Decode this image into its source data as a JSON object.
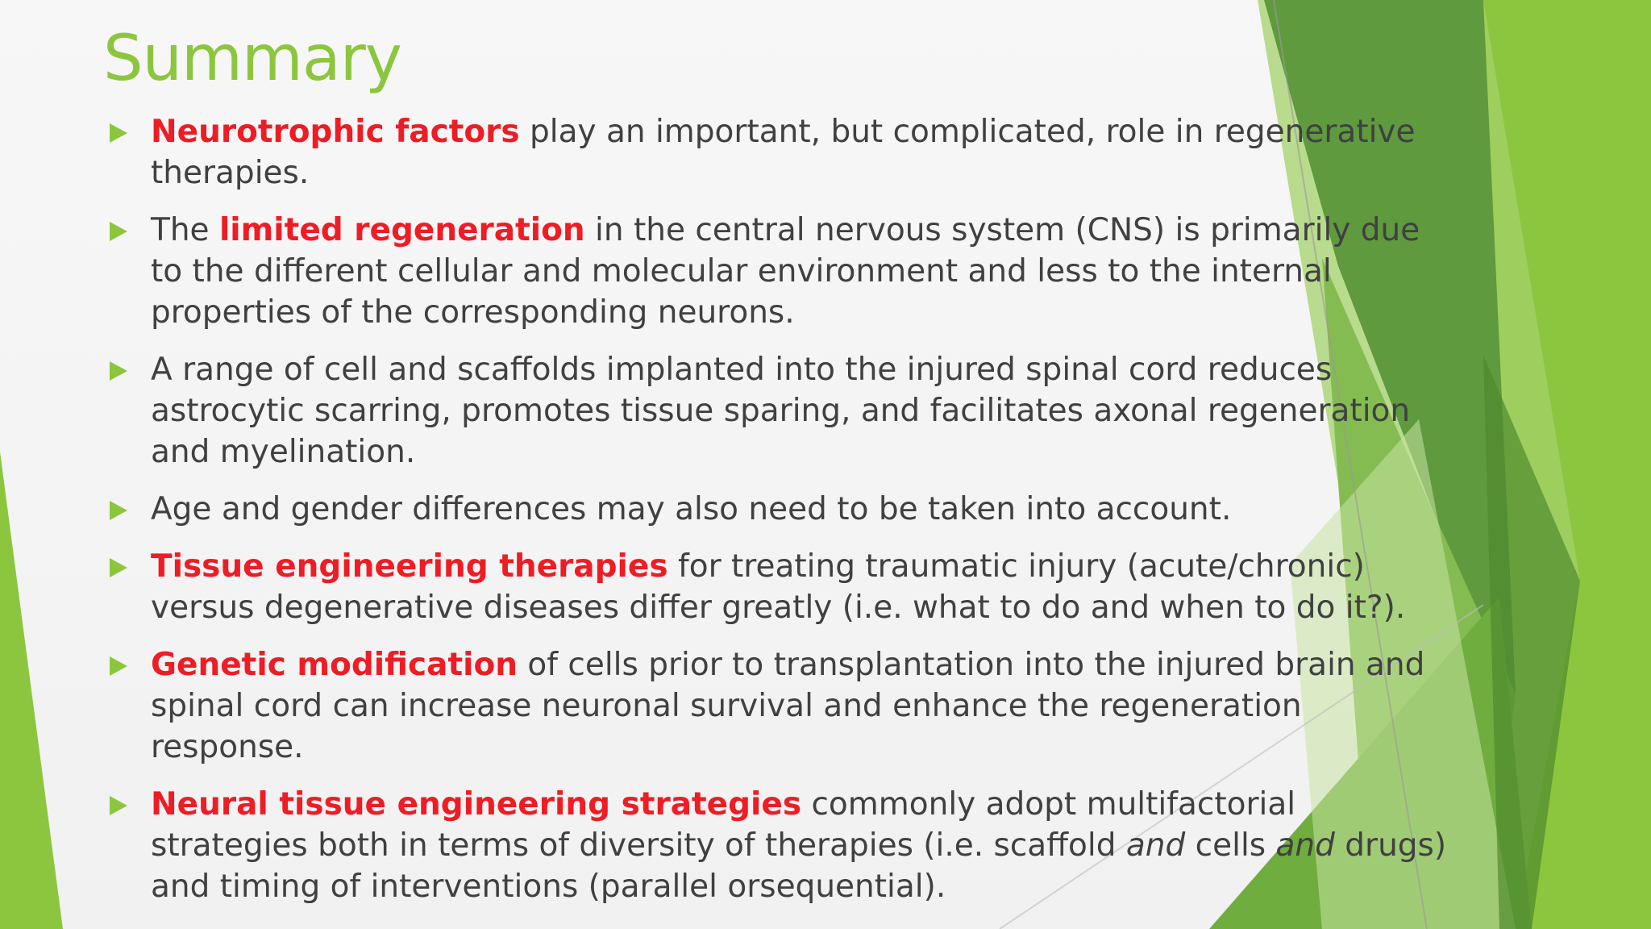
{
  "title": "Summary",
  "colors": {
    "accent": "#8cc63f",
    "emphasis": "#ee1c25",
    "text": "#404040"
  },
  "icons": {
    "bullet": "triangle-right-icon"
  },
  "bullets": [
    {
      "em": "Neurotrophic factors",
      "text": " play an important, but complicated, role in regenerative therapies."
    },
    {
      "pre": "The ",
      "em": "limited regeneration",
      "text": " in the central nervous system (CNS) is primarily due to the different cellular and molecular environment and less to the internal properties of the corresponding neurons."
    },
    {
      "text": "A range of cell and scaffolds implanted into the injured spinal cord reduces astrocytic scarring, promotes tissue sparing, and facilitates axonal regeneration and myelination."
    },
    {
      "text": "Age and gender differences may also need to be taken into account."
    },
    {
      "em": "Tissue engineering therapies",
      "text": " for treating traumatic injury (acute/chronic) versus degenerative diseases differ greatly (i.e. what to do and when to do it?)."
    },
    {
      "em": "Genetic modification",
      "text": " of cells prior to transplantation into the injured brain and spinal cord can increase neuronal survival and enhance the regeneration response."
    },
    {
      "em": "Neural tissue engineering strategies",
      "text": " commonly adopt multifactorial strategies both in terms of diversity of therapies (i.e. scaffold ",
      "it1": "and",
      "mid": " cells ",
      "it2": "and",
      "tail": " drugs) and timing of interventions (parallel orsequential)."
    }
  ]
}
